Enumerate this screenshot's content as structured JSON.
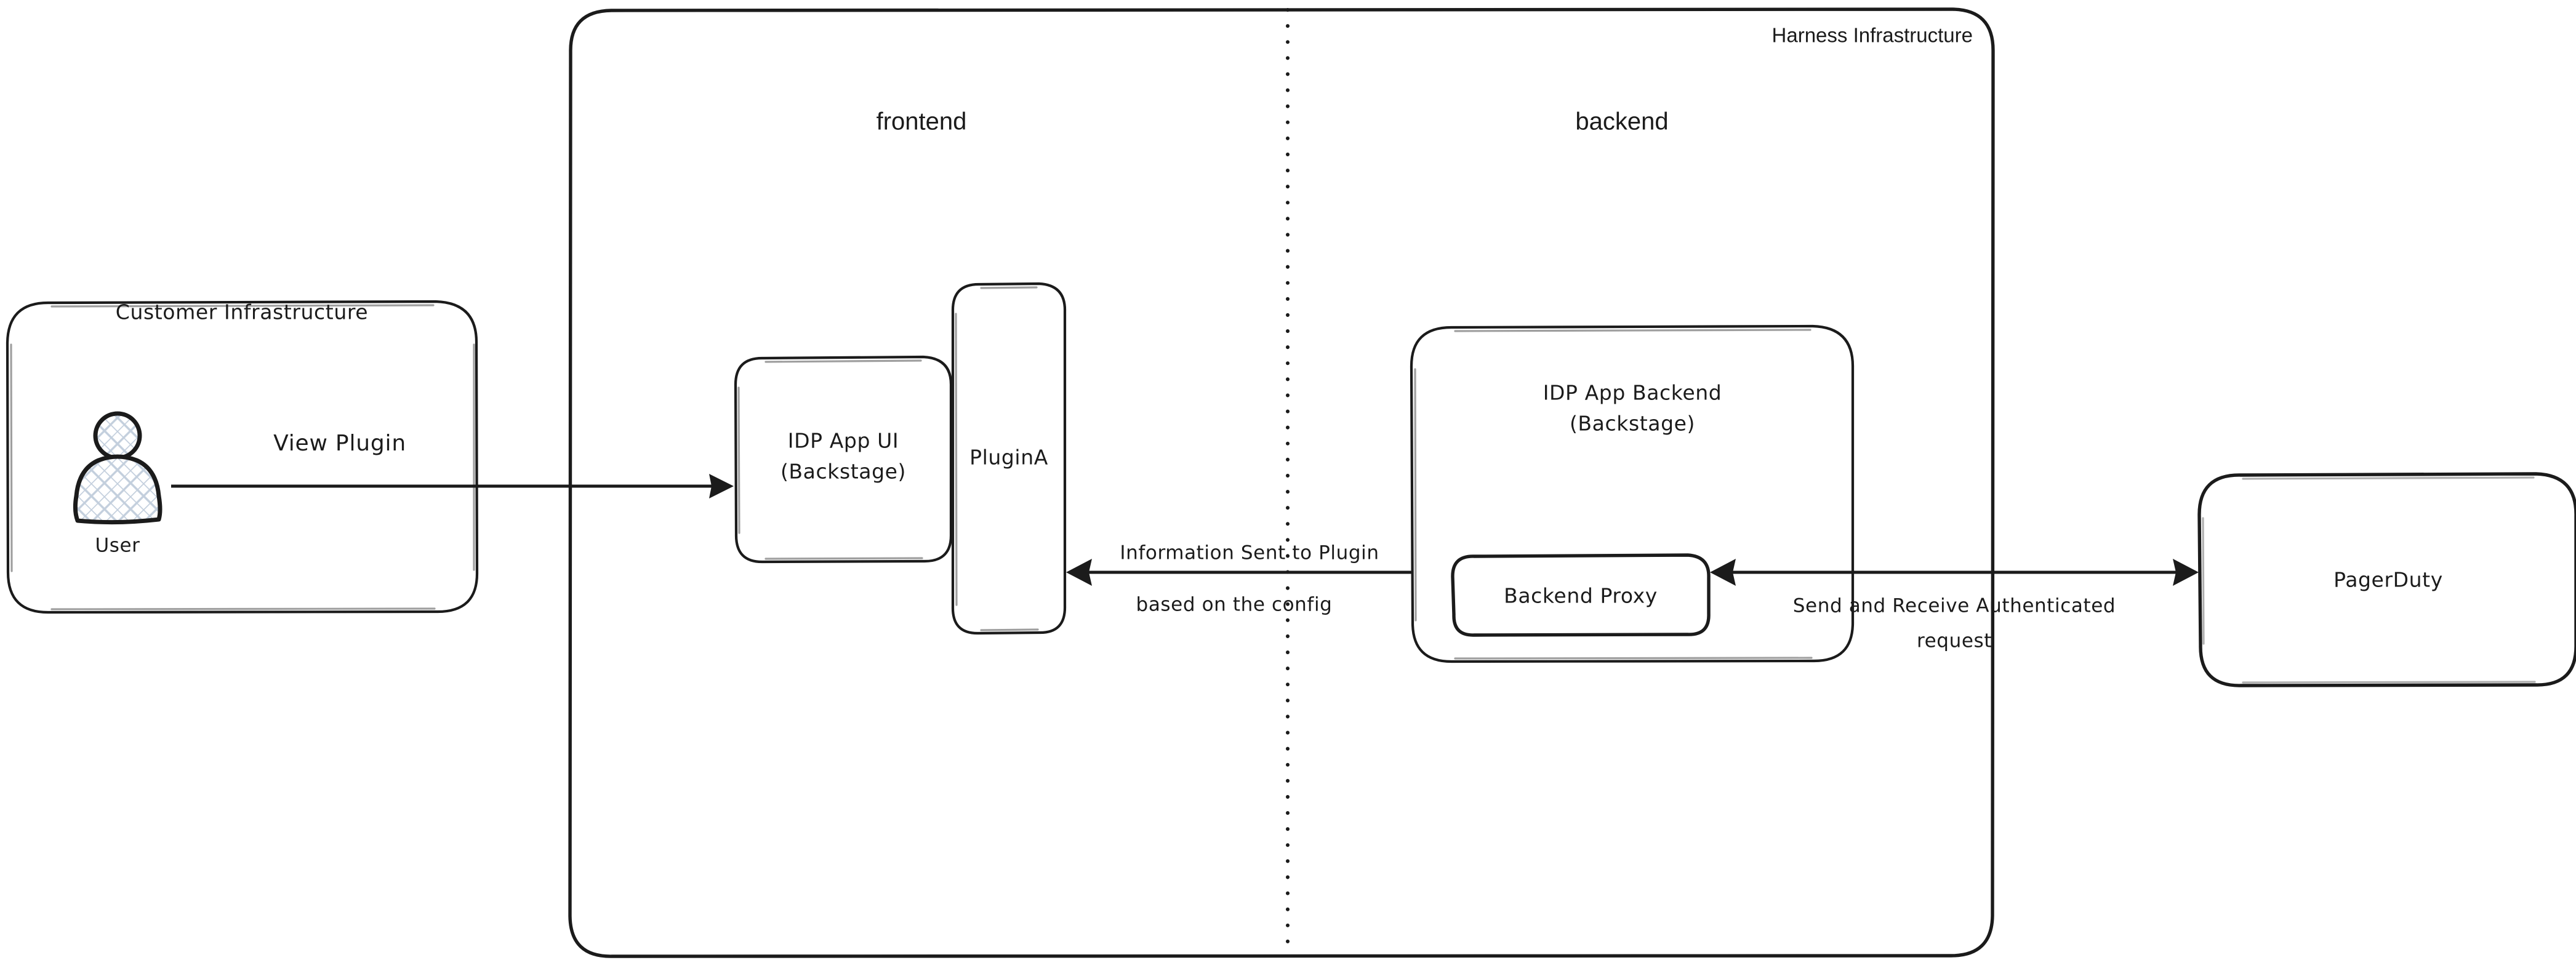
{
  "diagram": {
    "title_visible": false,
    "background": "#ffffff",
    "line_color": "#1b1b1b"
  },
  "customer_infra": {
    "label": "Customer Infrastructure",
    "actor": {
      "name": "User",
      "icon": "user-actor-icon",
      "hatch_color": "#c3cfdd"
    }
  },
  "harness": {
    "label": "Harness Infrastructure",
    "zones": [
      {
        "id": "frontend",
        "label": "frontend"
      },
      {
        "id": "backend",
        "label": "backend"
      }
    ],
    "divider": "dotted-vertical-divider",
    "frontend_nodes": [
      {
        "id": "idp-app-ui",
        "line1": "IDP App UI",
        "line2": "(Backstage)"
      },
      {
        "id": "plugin-a",
        "label": "PluginA"
      }
    ],
    "backend_nodes": [
      {
        "id": "idp-app-backend",
        "line1": "IDP App Backend",
        "line2": "(Backstage)"
      },
      {
        "id": "backend-proxy",
        "label": "Backend Proxy"
      }
    ]
  },
  "external": {
    "pagerduty": {
      "label": "PagerDuty",
      "fill": "#a5d8fb",
      "stroke": "#1b1b1b"
    }
  },
  "edges": [
    {
      "id": "view-plugin",
      "label": "View Plugin",
      "from": "User",
      "to": "IDP App UI",
      "direction": "right"
    },
    {
      "id": "information-sent-to-plugin",
      "label_line1": "Information Sent to Plugin",
      "label_line2": "based on the config",
      "from": "IDP App Backend",
      "to": "PluginA",
      "direction": "left"
    },
    {
      "id": "send-receive-authenticated-request",
      "label_line1": "Send and Receive Authenticated",
      "label_line2": "request",
      "from": "Backend Proxy",
      "to": "PagerDuty",
      "direction": "both"
    }
  ]
}
